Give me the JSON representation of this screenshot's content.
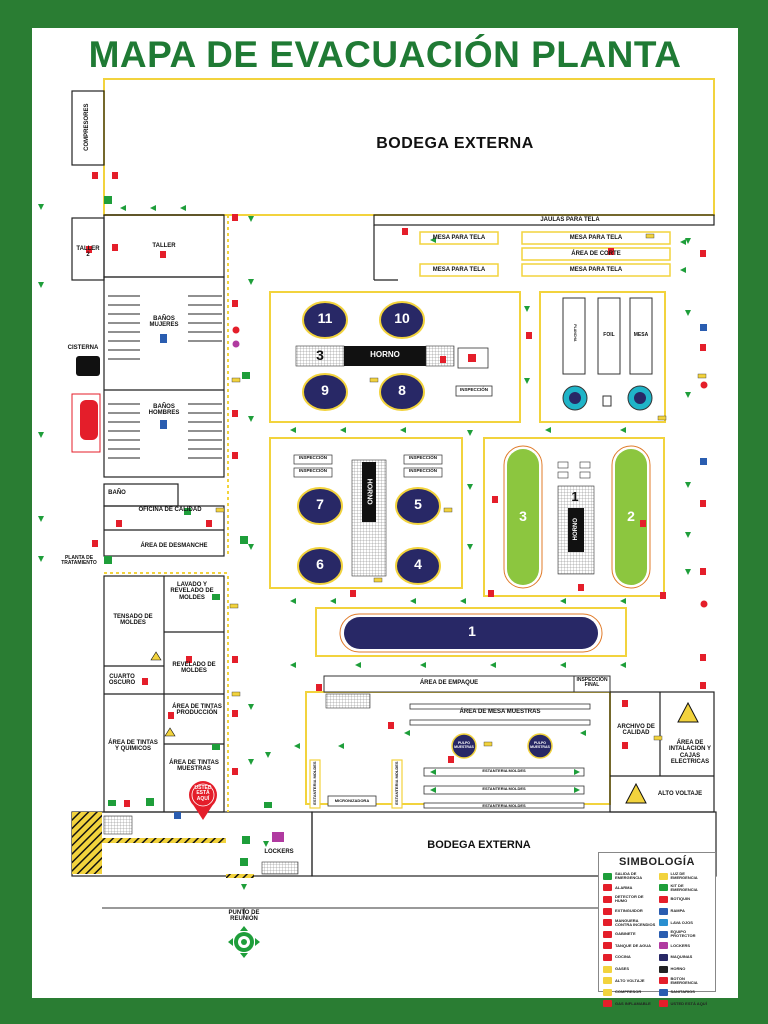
{
  "title": "MAPA DE EVACUACIÓN PLANTA",
  "colors": {
    "frame_green": "#2a7d33",
    "title_green": "#1f7a34",
    "wall_yellow": "#f2d33d",
    "machine_navy": "#282866",
    "oven_green": "#8cc63f",
    "signal_red": "#e41e2a",
    "exit_green": "#1e9e3a"
  },
  "areas": {
    "bodega_top": "BODEGA EXTERNA",
    "bodega_bottom": "BODEGA EXTERNA",
    "jaulas": "JAULAS PARA TELA",
    "mesa_tela_1": "MESA PARA TELA",
    "mesa_tela_2": "MESA PARA TELA",
    "mesa_tela_3": "MESA PARA TELA",
    "mesa_tela_4": "MESA PARA TELA",
    "area_corte": "ÁREA DE CORTE",
    "compresores": "COMPRESORES",
    "taller2": "TALLER 2",
    "taller": "TALLER",
    "banos_mujeres": "BAÑOS MUJERES",
    "banos_hombres": "BAÑOS HOMBRES",
    "cisterna": "CISTERNA",
    "bano": "BAÑO",
    "oficina_calidad": "OFICINA DE CALIDAD",
    "desmanche": "ÁREA DE DESMANCHE",
    "planta_tratamiento": "PLANTA DE TRATAMIENTO",
    "lavado": "LAVADO Y REVELADO DE MOLDES",
    "tensado": "TENSADO DE MOLDES",
    "revelado": "REVELADO DE MOLDES",
    "cuarto_oscuro": "CUARTO OSCURO",
    "tintas_produccion": "ÁREA DE TINTAS PRODUCCIÓN",
    "tintas_quimicos": "ÁREA DE TINTAS Y QUIMICOS",
    "tintas_muestras": "ÁREA DE TINTAS MUESTRAS",
    "usted_aqui": "USTED ESTÁ AQUÍ",
    "lockers": "LOCKERS",
    "punto_reunion": "PUNTO DE REUNIÓN",
    "area_empaque": "ÁREA DE EMPAQUE",
    "inspeccion_final": "INSPECCIÓN FINAL",
    "mesa_muestras": "ÁREA DE MESA MUESTRAS",
    "archivo": "ARCHIVO DE CALIDAD",
    "instalacion": "ÁREA DE INTALACION Y CAJAS ELECTRICAS",
    "alto_voltaje": "ALTO VOLTAJE",
    "estanteria_1": "ESTANTERIA MOLDES",
    "estanteria_2": "ESTANTERIA MOLDES",
    "estanteria_3": "ESTANTERIA MOLDES",
    "micronizadora": "MICRONIZADORA",
    "estanteria_v1": "ESTANTERIA MOLDES",
    "estanteria_v2": "ESTANTERIA MOLDES",
    "pulpo_1": "PULPO MUESTRAS",
    "pulpo_2": "PULPO MUESTRAS",
    "horno": "HORNO",
    "inspeccion": "INSPECCIÓN",
    "foil": "FOIL",
    "mesa": "MESA",
    "planchadora": "PLANCHA"
  },
  "machines": {
    "m11": "11",
    "m10": "10",
    "m9": "9",
    "m8": "8",
    "m7": "7",
    "m5": "5",
    "m6": "6",
    "m4": "4",
    "m1": "1",
    "oven_left": "3",
    "oven_right": "2",
    "horno_num_top": "3",
    "horno_num_mid": "2",
    "horno_num_right": "1"
  },
  "legend": {
    "title": "SIMBOLOGÍA",
    "items": [
      {
        "label": "SALIDA DE EMERGENCIA",
        "color": "#1e9e3a"
      },
      {
        "label": "LUZ DE EMERGENCIA",
        "color": "#f2d33d"
      },
      {
        "label": "ALARMA",
        "color": "#e41e2a"
      },
      {
        "label": "KIT DE EMERGENCIA",
        "color": "#1e9e3a"
      },
      {
        "label": "DETECTOR DE HUMO",
        "color": "#e41e2a"
      },
      {
        "label": "BOTIQUIN",
        "color": "#e41e2a"
      },
      {
        "label": "EXTINGUIDOR",
        "color": "#e41e2a"
      },
      {
        "label": "RAMPA",
        "color": "#2a5db0"
      },
      {
        "label": "MANGUERA CONTRA INCENDIOS",
        "color": "#e41e2a"
      },
      {
        "label": "LAVA OJOS",
        "color": "#2a8fd0"
      },
      {
        "label": "GABINETE",
        "color": "#e41e2a"
      },
      {
        "label": "EQUIPO PROTECTOR",
        "color": "#2a5db0"
      },
      {
        "label": "TANQUE DE AGUA",
        "color": "#e41e2a"
      },
      {
        "label": "LOCKERS",
        "color": "#b03aa0"
      },
      {
        "label": "COCINA",
        "color": "#e41e2a"
      },
      {
        "label": "MAQUINAS",
        "color": "#282866"
      },
      {
        "label": "GASES",
        "color": "#f2d33d"
      },
      {
        "label": "HORNO",
        "color": "#222222"
      },
      {
        "label": "ALTO VOLTAJE",
        "color": "#f2d33d"
      },
      {
        "label": "BOTON EMERGENCIA",
        "color": "#e41e2a"
      },
      {
        "label": "COMPRESOR",
        "color": "#f2d33d"
      },
      {
        "label": "SANITARIOS",
        "color": "#2a5db0"
      },
      {
        "label": "GAS INFLAMABLE",
        "color": "#e41e2a"
      },
      {
        "label": "USTED ESTÁ AQUÍ",
        "color": "#e41e2a"
      }
    ]
  }
}
